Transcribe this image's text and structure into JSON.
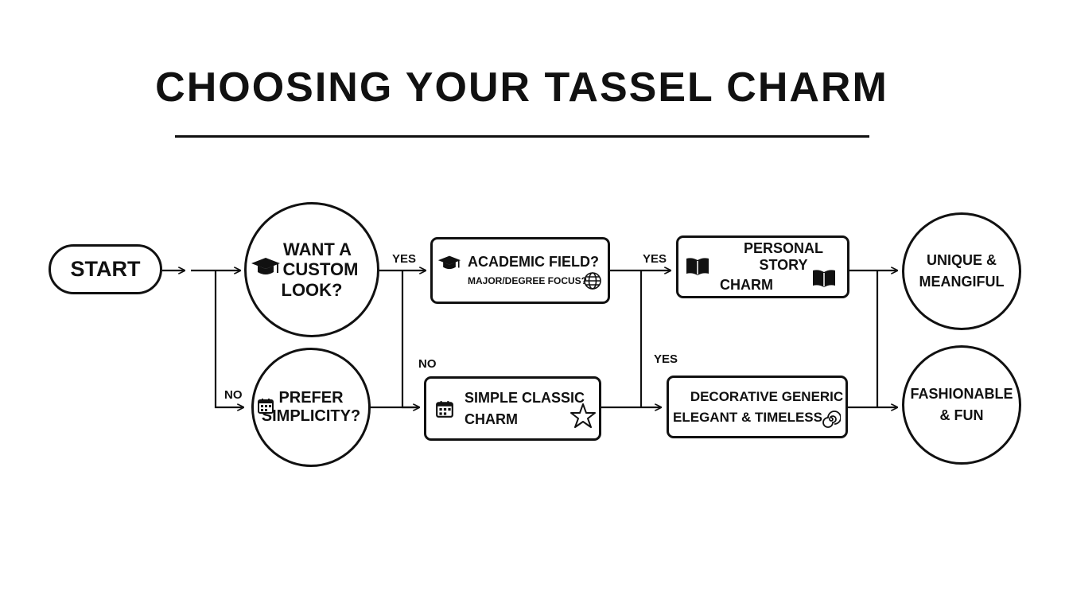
{
  "title": "CHOOSING YOUR TASSEL CHARM",
  "nodes": {
    "start": "START",
    "custom": [
      "WANT A",
      "CUSTOM",
      "LOOK?"
    ],
    "simplicity": [
      "PREFER",
      "SIMPLICITY?"
    ],
    "academic": [
      "ACADEMIC FIELD?",
      "MAJOR/DEGREE FOCUS?"
    ],
    "simple_classic": [
      "SIMPLE CLASSIC",
      "CHARM"
    ],
    "personal": [
      "PERSONAL STORY",
      "CHARM"
    ],
    "decorative": [
      "DECORATIVE GENERIC",
      "ELEGANT & TIMELESS"
    ],
    "unique": [
      "UNIQUE &",
      "MEANGIFUL"
    ],
    "fashionable": [
      "FASHIONABLE",
      "& FUN"
    ]
  },
  "edge_labels": {
    "yes_1": "YES",
    "no_1": "NO",
    "no_2": "NO",
    "yes_2": "YES",
    "yes_3": "YES"
  },
  "icons": {
    "custom": "graduation-cap-icon",
    "simplicity": "calendar-icon",
    "academic_left": "graduation-cap-icon",
    "academic_right": "globe-icon",
    "simple_classic_left": "calendar-icon",
    "simple_classic_right": "star-icon",
    "personal_left": "open-book-icon",
    "personal_right": "open-book-icon",
    "decorative": "spiral-icon"
  },
  "colors": {
    "ink": "#111111",
    "background": "#ffffff"
  }
}
